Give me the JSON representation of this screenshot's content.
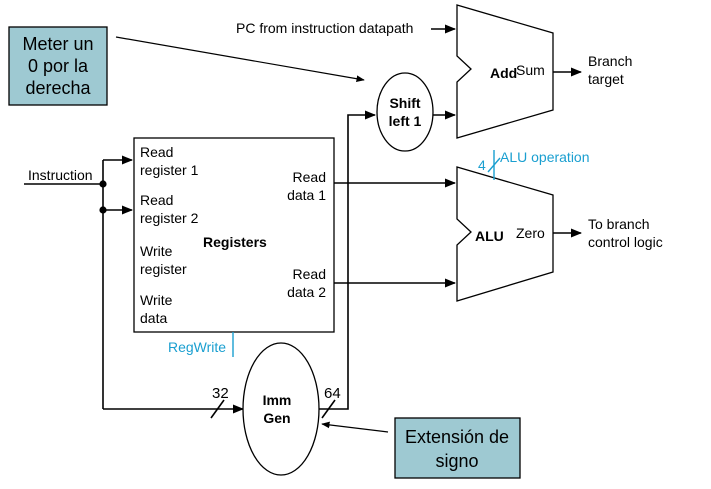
{
  "colors": {
    "callout_fill": "#9ec9d2",
    "control_signal": "#1a9fd0",
    "wire": "#000000"
  },
  "labels": {
    "pc_input": "PC from instruction datapath",
    "instruction": "Instruction",
    "branch_target": [
      "Branch",
      "target"
    ],
    "to_branch_control": [
      "To branch",
      "control logic"
    ],
    "alu_operation": "ALU operation",
    "alu_op_width": "4",
    "regwrite": "RegWrite",
    "imm_in_width": "32",
    "imm_out_width": "64"
  },
  "adder": {
    "name": "Add",
    "output": "Sum"
  },
  "shifter": {
    "name": [
      "Shift",
      "left 1"
    ]
  },
  "alu": {
    "name": "ALU",
    "output": "Zero"
  },
  "registers": {
    "name": "Registers",
    "inputs": [
      [
        "Read",
        "register 1"
      ],
      [
        "Read",
        "register 2"
      ],
      [
        "Write",
        "register"
      ],
      [
        "Write",
        "data"
      ]
    ],
    "outputs": [
      [
        "Read",
        "data 1"
      ],
      [
        "Read",
        "data 2"
      ]
    ]
  },
  "imm_gen": {
    "name": [
      "Imm",
      "Gen"
    ]
  },
  "annotations": {
    "shift_note": [
      "Meter un",
      "0 por la",
      "derecha"
    ],
    "sign_note": [
      "Extensión de",
      "signo"
    ]
  }
}
